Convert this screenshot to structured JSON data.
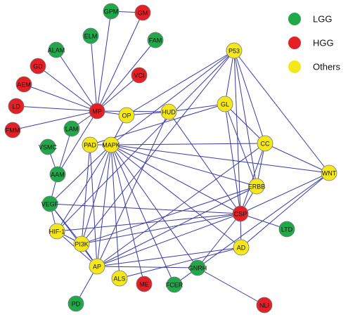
{
  "colors": {
    "LGG": "#21a84a",
    "HGG": "#e42027",
    "Others": "#f4e81c",
    "edge": "#3a3aa8",
    "stroke": "#777777"
  },
  "legend": [
    {
      "label": "LGG",
      "group": "LGG"
    },
    {
      "label": "HGG",
      "group": "HGG"
    },
    {
      "label": "Others",
      "group": "Others"
    }
  ],
  "nodes": [
    {
      "id": "GPM",
      "label": "GPM",
      "group": "LGG"
    },
    {
      "id": "GM",
      "label": "GM",
      "group": "HGG"
    },
    {
      "id": "ELM",
      "label": "ELM",
      "group": "LGG"
    },
    {
      "id": "FAM",
      "label": "FAM",
      "group": "LGG"
    },
    {
      "id": "ALAM",
      "label": "ALAM",
      "group": "LGG"
    },
    {
      "id": "GD",
      "label": "GD",
      "group": "HGG"
    },
    {
      "id": "AEM",
      "label": "AEM",
      "group": "HGG"
    },
    {
      "id": "VCI",
      "label": "VCI",
      "group": "HGG"
    },
    {
      "id": "LD",
      "label": "LD",
      "group": "HGG"
    },
    {
      "id": "MP",
      "label": "MP",
      "group": "HGG"
    },
    {
      "id": "OP",
      "label": "OP",
      "group": "Others"
    },
    {
      "id": "HUD",
      "label": "HUD",
      "group": "Others"
    },
    {
      "id": "FMM",
      "label": "FMM",
      "group": "HGG"
    },
    {
      "id": "LAM",
      "label": "LAM",
      "group": "LGG"
    },
    {
      "id": "PAD",
      "label": "PAD",
      "group": "Others"
    },
    {
      "id": "MAPK",
      "label": "MAPK",
      "group": "Others"
    },
    {
      "id": "VSMC",
      "label": "VSMC",
      "group": "LGG"
    },
    {
      "id": "AAM",
      "label": "AAM",
      "group": "LGG"
    },
    {
      "id": "P53",
      "label": "P53",
      "group": "Others"
    },
    {
      "id": "GL",
      "label": "GL",
      "group": "Others"
    },
    {
      "id": "CC",
      "label": "CC",
      "group": "Others"
    },
    {
      "id": "WNT",
      "label": "WNT",
      "group": "Others"
    },
    {
      "id": "ERBB",
      "label": "ERBB",
      "group": "Others"
    },
    {
      "id": "VEGF",
      "label": "VEGF",
      "group": "LGG"
    },
    {
      "id": "CSP",
      "label": "CSP",
      "group": "HGG"
    },
    {
      "id": "LTD",
      "label": "LTD",
      "group": "LGG"
    },
    {
      "id": "HIF1",
      "label": "HIF-1",
      "group": "Others"
    },
    {
      "id": "PI3K",
      "label": "PI3K",
      "group": "Others"
    },
    {
      "id": "AD",
      "label": "AD",
      "group": "Others"
    },
    {
      "id": "AP",
      "label": "AP",
      "group": "Others"
    },
    {
      "id": "ALS",
      "label": "ALS",
      "group": "Others"
    },
    {
      "id": "ME",
      "label": "ME",
      "group": "HGG"
    },
    {
      "id": "FCER",
      "label": "FCER",
      "group": "LGG"
    },
    {
      "id": "GNRH",
      "label": "GNRH",
      "group": "LGG"
    },
    {
      "id": "NLI",
      "label": "NLI",
      "group": "HGG"
    },
    {
      "id": "PD",
      "label": "PD",
      "group": "LGG"
    }
  ],
  "edges": [
    [
      "MP",
      "GPM"
    ],
    [
      "MP",
      "GM"
    ],
    [
      "MP",
      "ELM"
    ],
    [
      "MP",
      "FAM"
    ],
    [
      "MP",
      "ALAM"
    ],
    [
      "MP",
      "GD"
    ],
    [
      "MP",
      "AEM"
    ],
    [
      "MP",
      "LD"
    ],
    [
      "MP",
      "FMM"
    ],
    [
      "MP",
      "LAM"
    ],
    [
      "MP",
      "OP"
    ],
    [
      "MP",
      "VCI"
    ],
    [
      "MP",
      "AAM"
    ],
    [
      "MP",
      "HUD"
    ],
    [
      "GPM",
      "GM"
    ],
    [
      "OP",
      "P53"
    ],
    [
      "OP",
      "HUD"
    ],
    [
      "OP",
      "MAPK"
    ],
    [
      "HUD",
      "GL"
    ],
    [
      "HUD",
      "AP"
    ],
    [
      "HUD",
      "CSP"
    ],
    [
      "P53",
      "MAPK"
    ],
    [
      "P53",
      "GL"
    ],
    [
      "P53",
      "CC"
    ],
    [
      "P53",
      "WNT"
    ],
    [
      "P53",
      "ERBB"
    ],
    [
      "P53",
      "CSP"
    ],
    [
      "P53",
      "PI3K"
    ],
    [
      "P53",
      "HIF1"
    ],
    [
      "GL",
      "CC"
    ],
    [
      "GL",
      "ERBB"
    ],
    [
      "GL",
      "CSP"
    ],
    [
      "GL",
      "PAD"
    ],
    [
      "CC",
      "WNT"
    ],
    [
      "CC",
      "ERBB"
    ],
    [
      "CC",
      "MAPK"
    ],
    [
      "CC",
      "AP"
    ],
    [
      "CC",
      "CSP"
    ],
    [
      "WNT",
      "MAPK"
    ],
    [
      "WNT",
      "CSP"
    ],
    [
      "WNT",
      "AD"
    ],
    [
      "WNT",
      "FCER"
    ],
    [
      "MAPK",
      "ERBB"
    ],
    [
      "MAPK",
      "PAD"
    ],
    [
      "MAPK",
      "CSP"
    ],
    [
      "MAPK",
      "AD"
    ],
    [
      "MAPK",
      "AP"
    ],
    [
      "MAPK",
      "PI3K"
    ],
    [
      "MAPK",
      "ALS"
    ],
    [
      "MAPK",
      "ME"
    ],
    [
      "MAPK",
      "GNRH"
    ],
    [
      "MAPK",
      "FCER"
    ],
    [
      "MAPK",
      "HIF1"
    ],
    [
      "MAPK",
      "VEGF"
    ],
    [
      "PAD",
      "PI3K"
    ],
    [
      "PAD",
      "AP"
    ],
    [
      "ERBB",
      "CSP"
    ],
    [
      "ERBB",
      "AP"
    ],
    [
      "ERBB",
      "PI3K"
    ],
    [
      "CSP",
      "VEGF"
    ],
    [
      "CSP",
      "LTD"
    ],
    [
      "CSP",
      "AD"
    ],
    [
      "CSP",
      "AP"
    ],
    [
      "CSP",
      "GNRH"
    ],
    [
      "CSP",
      "PI3K"
    ],
    [
      "CSP",
      "HIF1"
    ],
    [
      "AD",
      "AP"
    ],
    [
      "AD",
      "ALS"
    ],
    [
      "GNRH",
      "NLI"
    ],
    [
      "GNRH",
      "AP"
    ],
    [
      "AP",
      "PI3K"
    ],
    [
      "AP",
      "PD"
    ],
    [
      "AP",
      "VEGF"
    ],
    [
      "AP",
      "HIF1"
    ],
    [
      "PI3K",
      "VEGF"
    ],
    [
      "PI3K",
      "HIF1"
    ],
    [
      "VSMC",
      "AAM"
    ],
    [
      "AAM",
      "LAM"
    ],
    [
      "AAM",
      "VEGF"
    ],
    [
      "VEGF",
      "HIF1"
    ]
  ]
}
